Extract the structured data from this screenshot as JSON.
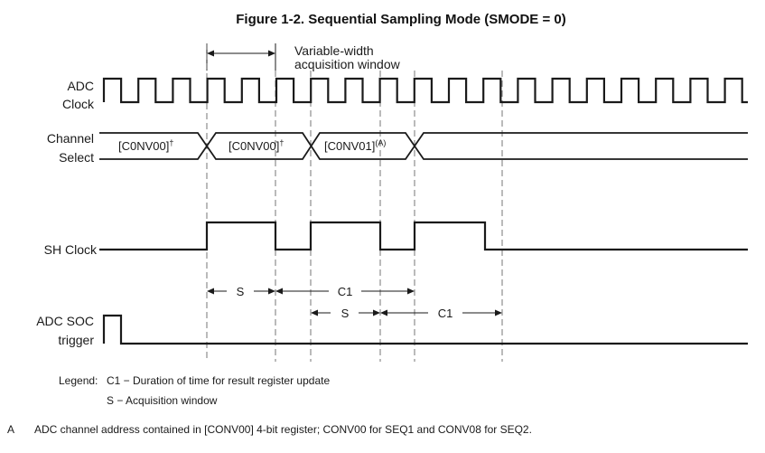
{
  "figure": {
    "title": "Figure 1-2.  Sequential Sampling Mode (SMODE = 0)"
  },
  "annotations": {
    "acquisition_line1": "Variable-width",
    "acquisition_line2": "acquisition window"
  },
  "signals": {
    "adc_clock_line1": "ADC",
    "adc_clock_line2": "Clock",
    "channel_select_line1": "Channel",
    "channel_select_line2": "Select",
    "sh_clock": "SH Clock",
    "adc_soc_line1": "ADC SOC",
    "adc_soc_line2": "trigger"
  },
  "bus_values": [
    {
      "text": "[C0NV00]",
      "sup": "†"
    },
    {
      "text": "[C0NV00]",
      "sup": "†"
    },
    {
      "text": "[C0NV01]",
      "sup": "(A)"
    }
  ],
  "timing_labels": {
    "s1": "S",
    "c1_1": "C1",
    "s2": "S",
    "c1_2": "C1"
  },
  "legend": {
    "heading": "Legend:",
    "c1": "C1 − Duration of time for result register update",
    "s": "S − Acquisition window"
  },
  "footnote": {
    "marker": "A",
    "text": "ADC channel address contained in [CONV00] 4-bit register; CONV00 for SEQ1 and CONV08 for SEQ2."
  }
}
